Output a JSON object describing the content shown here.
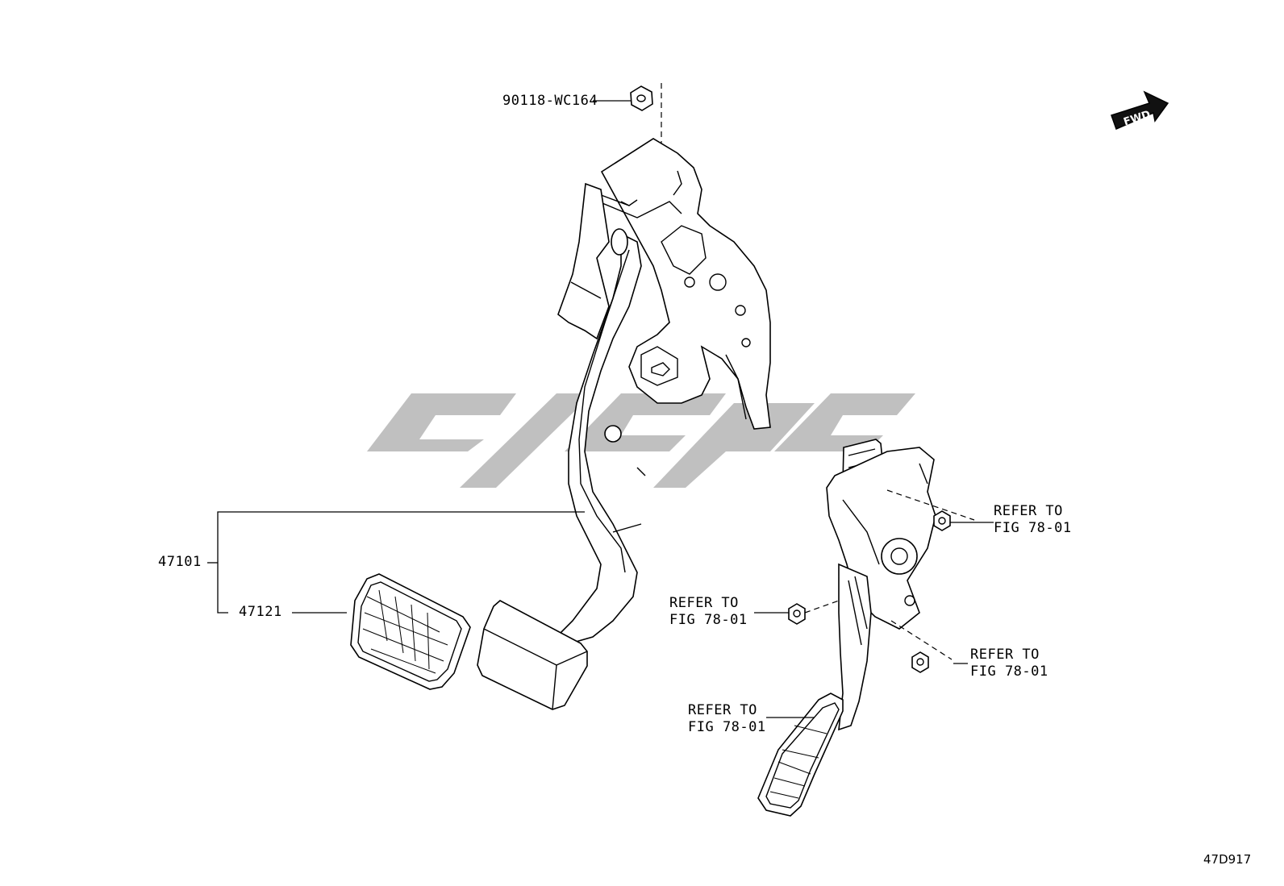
{
  "diagram": {
    "fwd_label": "FWD",
    "drawing_id": "47D917",
    "callouts": {
      "bolt": "90118-WC164",
      "pedal_assy": "47101",
      "pedal_pad": "47121",
      "refer_top": "REFER TO\nFIG 78-01",
      "refer_mid_left": "REFER TO\nFIG 78-01",
      "refer_mid_right": "REFER TO\nFIG 78-01",
      "refer_bottom": "REFER TO\nFIG 78-01"
    }
  }
}
